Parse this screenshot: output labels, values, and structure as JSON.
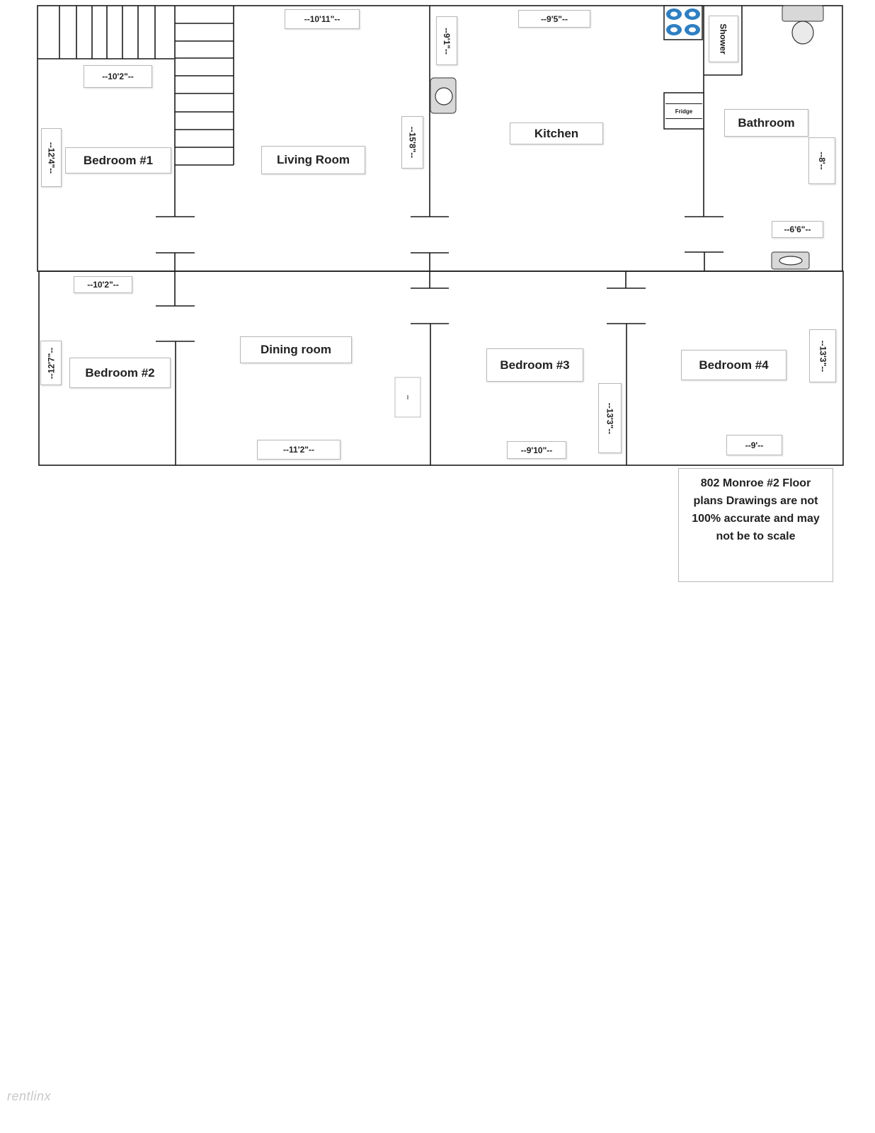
{
  "rooms": {
    "bedroom1": "Bedroom #1",
    "living_room": "Living Room",
    "kitchen": "Kitchen",
    "bathroom": "Bathroom",
    "bedroom2": "Bedroom #2",
    "dining_room": "Dining room",
    "bedroom3": "Bedroom #3",
    "bedroom4": "Bedroom #4"
  },
  "fixtures": {
    "shower": "Shower",
    "fridge": "Fridge"
  },
  "dimensions": {
    "bedroom1_width": "--10'2\"--",
    "bedroom1_length": "--12'4\"--",
    "living_width": "--10'11\"--",
    "living_length": "--15'8\"--",
    "kitchen_length": "--9'1\"--",
    "kitchen_width": "--9'5\"--",
    "bathroom_length": "--8'--",
    "bathroom_width": "--6'6\"--",
    "bedroom2_width": "--10'2\"--",
    "bedroom2_length": "--12'7\"--",
    "dining_width": "--11'2\"--",
    "bedroom3_width": "--9'10\"--",
    "bedroom3_length": "--13'3\"--",
    "bedroom4_width": "--9'--",
    "bedroom4_length": "--13'3\"--"
  },
  "note": "802 Monroe #2 Floor plans Drawings are not 100% accurate and may not be to scale",
  "watermark": "rentlinx",
  "colors": {
    "stove_burner": "#2f7fc1",
    "walls": "#1a1a1a"
  }
}
